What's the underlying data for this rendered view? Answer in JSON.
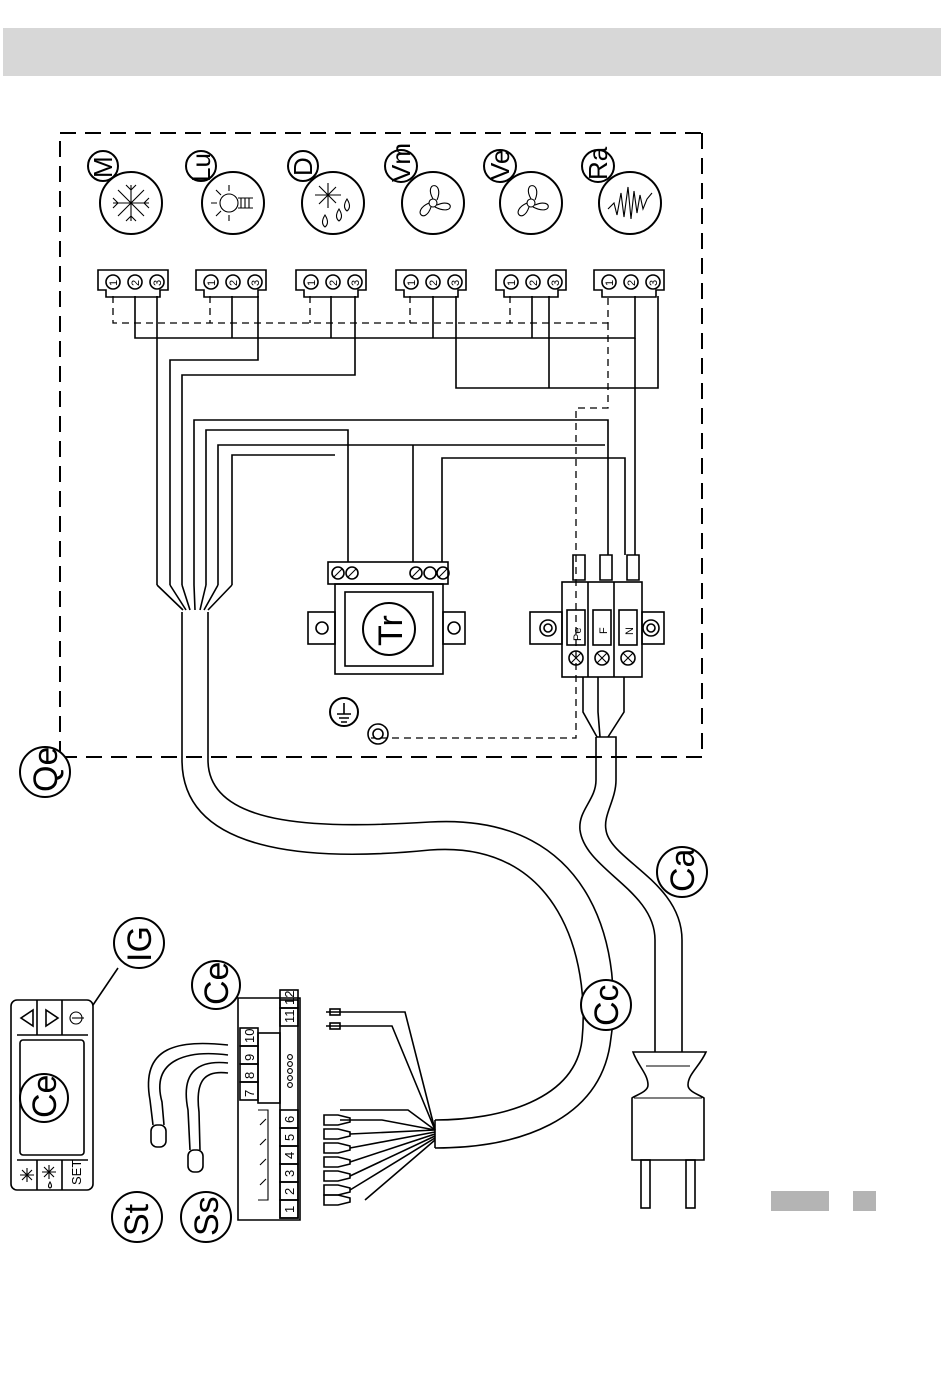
{
  "labels": {
    "M": "M",
    "Lu": "Lu",
    "D": "D",
    "Vm": "Vm",
    "Ve": "Ve",
    "Ra": "Ra",
    "Qe": "Qe",
    "Tr": "Tr",
    "Ca": "Ca",
    "Cc": "Cc",
    "Ce_controller": "Ce",
    "Ce_terminal": "Ce",
    "IG": "IG",
    "St": "St",
    "Ss": "Ss"
  },
  "connector_pins": [
    "1",
    "2",
    "3"
  ],
  "terminal_block": [
    "Pe",
    "F",
    "N"
  ],
  "controller": {
    "set_label": "SET"
  },
  "terminal_strip": {
    "top_row": [
      "7",
      "8",
      "9",
      "10",
      "11",
      "12"
    ],
    "bottom_row": [
      "1",
      "2",
      "3",
      "4",
      "5",
      "6"
    ]
  },
  "colors": {
    "header": "#d7d7d7",
    "line": "#000000",
    "footer_marks": "#b4b4b4"
  }
}
